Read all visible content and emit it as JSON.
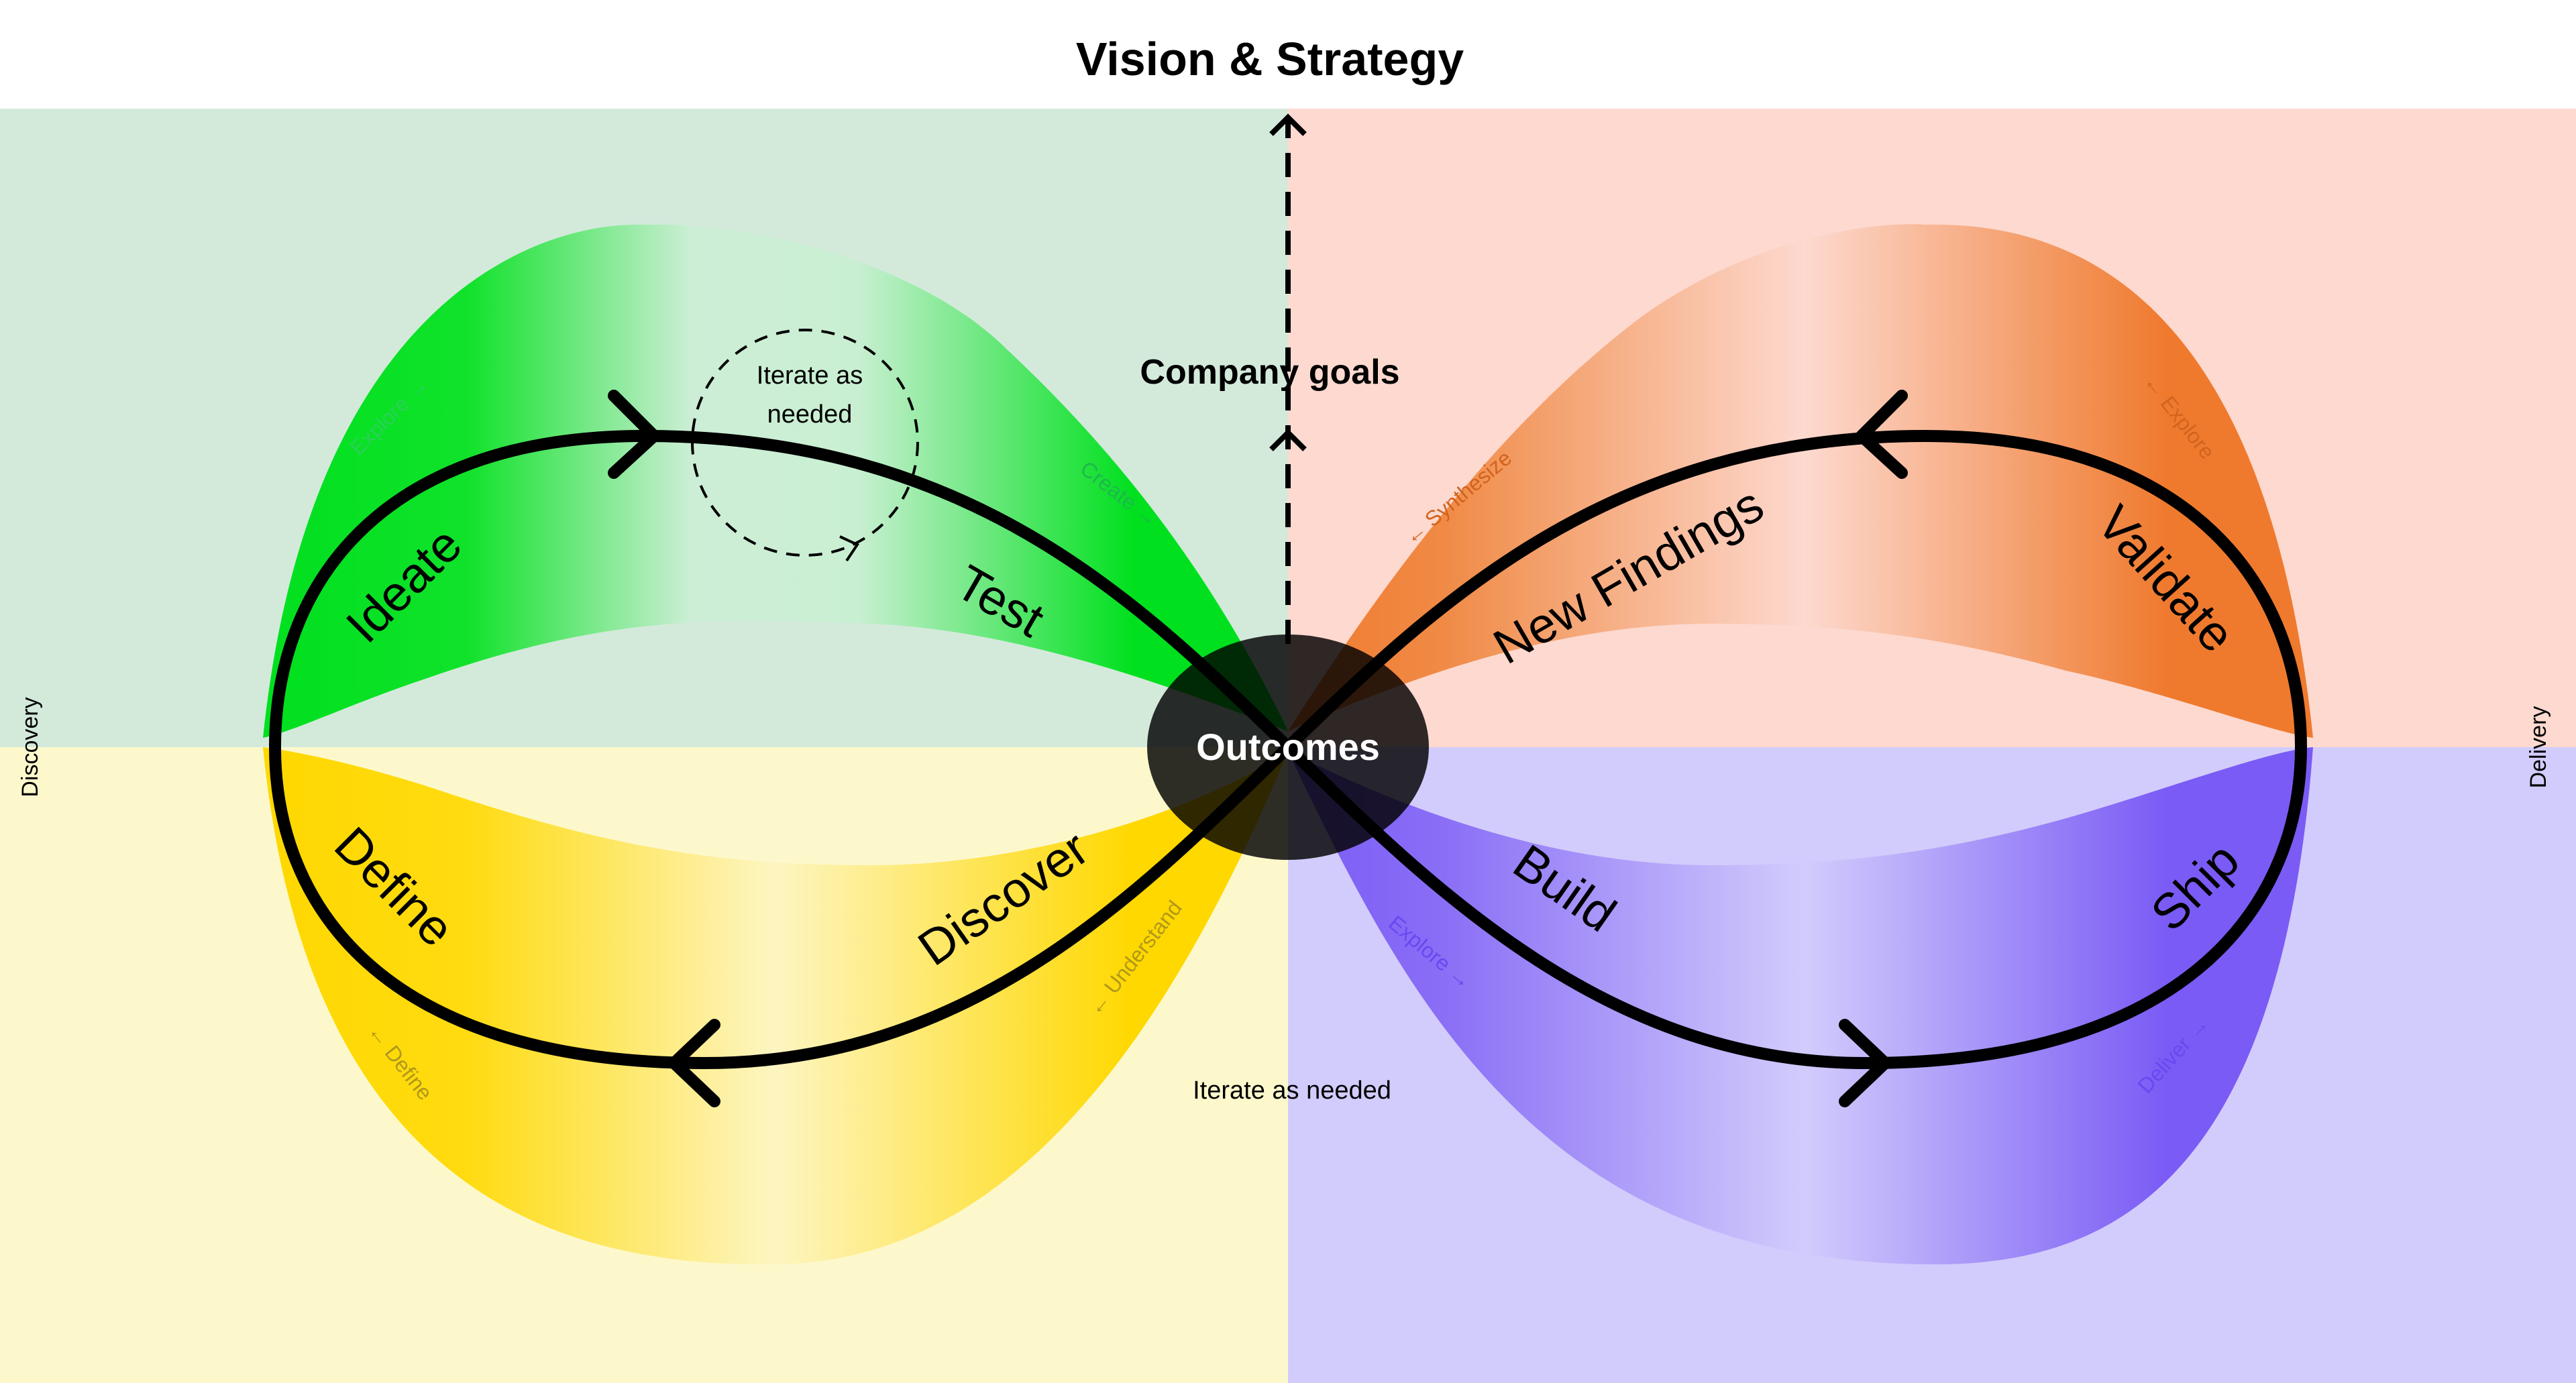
{
  "title": "Vision & Strategy",
  "company_goals": "Company goals",
  "center": "Outcomes",
  "side_labels": {
    "left": "Discovery",
    "right": "Delivery"
  },
  "notes": {
    "iterate_loop": [
      "Iterate as",
      "needed"
    ],
    "iterate_bottom": "Iterate as needed"
  },
  "stages": {
    "ideate": "Ideate",
    "test": "Test",
    "define": "Define",
    "discover": "Discover",
    "new_findings": "New Findings",
    "validate": "Validate",
    "build": "Build",
    "ship": "Ship"
  },
  "sub_labels": {
    "explore_tl": "Explore →",
    "create": "Create →",
    "define_bl": "← Define",
    "understand": "← Understand",
    "synthesize": "← Synthesize",
    "explore_tr": "← Explore",
    "explore_br": "Explore →",
    "deliver": "Deliver →"
  },
  "colors": {
    "discovery_bg": "#d3eadb",
    "define_bg": "#fdf8cc",
    "validate_bg": "#fdd9cf",
    "delivery_bg": "#d2ccfc",
    "green": "#00e01e",
    "yellow": "#ffd800",
    "orange": "#ef7a2e",
    "purple": "#7b5bf5",
    "center": "#000000"
  }
}
